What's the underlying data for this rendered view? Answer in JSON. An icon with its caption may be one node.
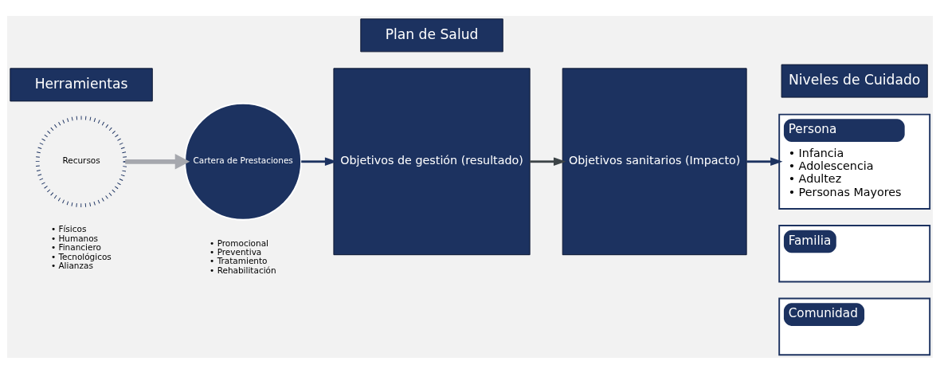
{
  "diagram": {
    "nodes": [
      {
        "text": [
          "Herramientas"
        ]
      },
      {
        "text": [
          "Plan de Salud"
        ]
      },
      {
        "text": [
          "Niveles de Cuidado"
        ]
      },
      {
        "text": [
          "Recursos"
        ],
        "beside": [
          "• Físicos",
          "• Humanos",
          "• Financiero",
          "• Tecnológicos",
          "• Alianzas"
        ]
      },
      {
        "text": [
          "Cartera de Prestaciones"
        ],
        "beside": [
          "• Promocional",
          "• Preventiva",
          "• Tratamiento",
          "• Rehabilitación"
        ]
      },
      {
        "text": [
          "Objetivos de gestión (resultado)"
        ]
      },
      {
        "text": [
          "Objetivos sanitarios (Impacto)"
        ]
      },
      {
        "text": [
          "Persona",
          "• Infancia",
          "• Adolescencia",
          "• Adultez",
          "• Personas Mayores"
        ]
      },
      {
        "text": [
          "Familia"
        ]
      },
      {
        "text": [
          "Comunidad"
        ]
      }
    ],
    "edges": [
      {
        "from": 3,
        "to": 4,
        "arrow": "to",
        "style": "thick",
        "color": "#a6a8ae"
      },
      {
        "from": 4,
        "to": 5,
        "arrow": "to"
      },
      {
        "from": 5,
        "to": 6,
        "arrow": "to",
        "color": "#3d4447"
      },
      {
        "from": 6,
        "to": 7,
        "arrow": "to"
      }
    ]
  }
}
